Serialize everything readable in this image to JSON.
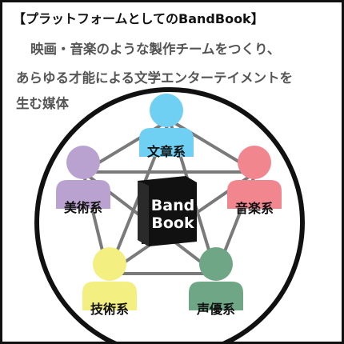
{
  "title": "【プラットフォームとしてのBandBook】",
  "description": [
    "映画・音楽のような製作チームをつくり、",
    "あらゆる才能による文学エンターテイメントを",
    "生む媒体"
  ],
  "center": {
    "line1": "Band",
    "line2": "Book"
  },
  "nodes": [
    {
      "id": "writing",
      "label": "文章系",
      "color": "#6fd0f3"
    },
    {
      "id": "music",
      "label": "音楽系",
      "color": "#f2868f"
    },
    {
      "id": "voice",
      "label": "声優系",
      "color": "#6fa686"
    },
    {
      "id": "tech",
      "label": "技術系",
      "color": "#f3ef80"
    },
    {
      "id": "art",
      "label": "美術系",
      "color": "#b9a2d0"
    }
  ],
  "colors": {
    "line": "#7a7a7a",
    "ring": "#111111",
    "book": "#111111"
  }
}
